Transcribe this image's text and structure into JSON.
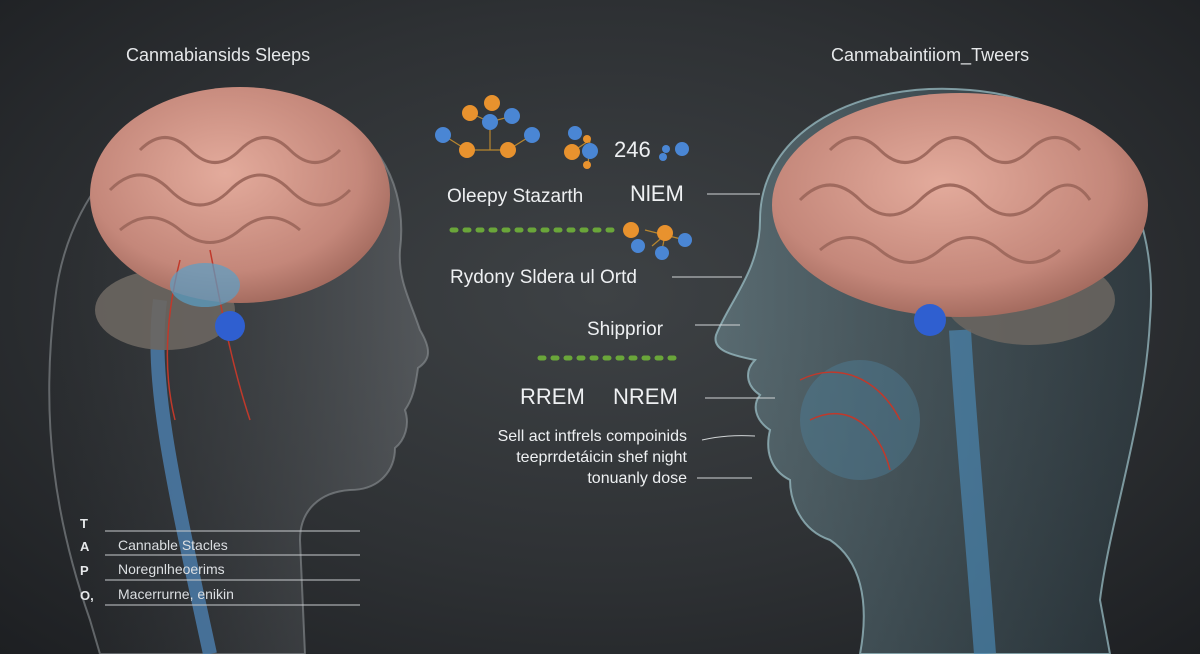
{
  "left_panel": {
    "title": "Canmabiansids Sleeps"
  },
  "right_panel": {
    "title": "Canmabaintiiom_Tweers"
  },
  "center": {
    "number": "246",
    "label_1": "Oleepy Stazarth",
    "label_2": "NlEM",
    "label_3": "Rydony Sldera ul Ortd",
    "label_4": "Shipprior",
    "label_5": "RREM",
    "label_6": "NREM",
    "caption": [
      "Sell act intfrels compoinids",
      "teeprrdetáicin shef night",
      "tonuanly dose"
    ]
  },
  "legend": {
    "letters": [
      "T",
      "A",
      "P",
      "O,"
    ],
    "items": [
      "Cannable Stacles",
      "Noregnlheoerims",
      "Macerrurne, enikin"
    ]
  },
  "colors": {
    "orange": "#e8922e",
    "blue": "#4a86d4",
    "green": "#6aa63a",
    "brain": "#c98a7e"
  }
}
